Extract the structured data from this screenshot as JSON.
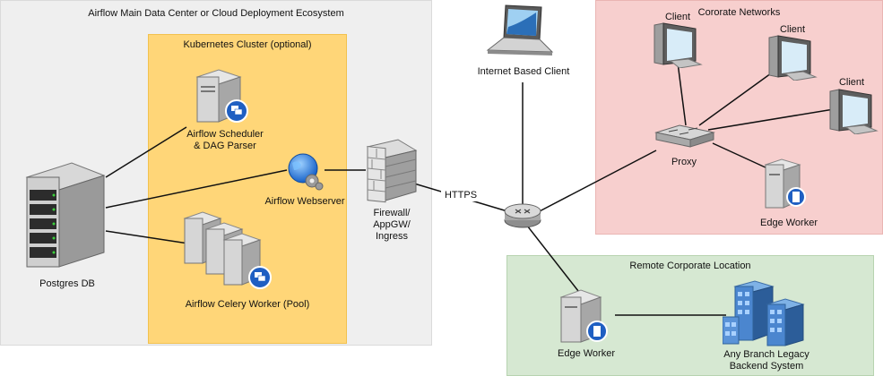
{
  "zones": {
    "datacenter": "Airflow Main Data Center or Cloud Deployment Ecosystem",
    "kubernetes": "Kubernetes Cluster (optional)",
    "corporate": "Cororate Networks",
    "remote": "Remote Corporate Location"
  },
  "nodes": {
    "postgres": "Postgres DB",
    "scheduler_line1": "Airflow Scheduler",
    "scheduler_line2": "& DAG Parser",
    "webserver": "Airflow Webserver",
    "celery": "Airflow Celery Worker (Pool)",
    "firewall_line1": "Firewall/",
    "firewall_line2": "AppGW/",
    "firewall_line3": "Ingress",
    "https": "HTTPS",
    "internet_client": "Internet Based Client",
    "client1": "Client",
    "client2": "Client",
    "client3": "Client",
    "proxy": "Proxy",
    "edge_worker_corp": "Edge Worker",
    "edge_worker_remote": "Edge Worker",
    "legacy_line1": "Any Branch Legacy",
    "legacy_line2": "Backend System"
  },
  "icons": [
    "server-rack-icon",
    "server-icon",
    "globe-gear-icon",
    "firewall-icon",
    "laptop-icon",
    "desktop-client-icon",
    "proxy-switch-icon",
    "router-icon",
    "office-buildings-icon"
  ]
}
